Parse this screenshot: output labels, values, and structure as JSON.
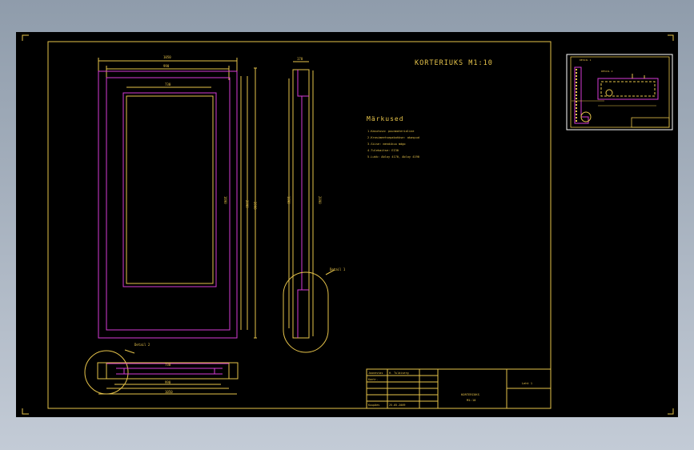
{
  "drawing": {
    "title": "KORTERIUKS M1:10",
    "notes_heading": "Märkused",
    "notes": [
      "1.Kasutusa: puunmaterialine",
      "2.Krasimeetsepakahkse: akaspud",
      "3.Siise: mendikuu mdgo",
      "4.Tulekaitse: EI30",
      "5.Lukk: Abloy 4170, Abloy 4190"
    ],
    "detail_labels": [
      "Detail 1",
      "Detail 2"
    ],
    "dims": {
      "front_top_outer": "1050",
      "front_top_inner": "990",
      "front_glass_width": "730",
      "front_side_height": "1690",
      "front_side_outer": "2090",
      "front_side_outer2": "2090",
      "side_top": "170",
      "side_left": "1690",
      "side_right": "2090",
      "bottom_inner": "730",
      "bottom_mid": "990",
      "bottom_outer": "1050"
    },
    "title_block": {
      "drawn_label": "Joonestas",
      "drawn_value": "H. Tuldiverg",
      "checked_label": "Kontr.",
      "date_label": "Kuupäev",
      "date_value": "25.05.2009",
      "name_line1": "KORTERIUKS",
      "name_line2": "M1:10",
      "sheet": "Leht 1"
    },
    "thumbnail": {
      "label_a": "DETAIL 1",
      "label_b": "DETAIL 2"
    }
  },
  "colors": {
    "background": "#000000",
    "border": "#e6c34a",
    "dimension": "#e6c34a",
    "outline_magenta": "#d63bd6",
    "text": "#e6c34a",
    "app_background": "#a9b4c1"
  }
}
